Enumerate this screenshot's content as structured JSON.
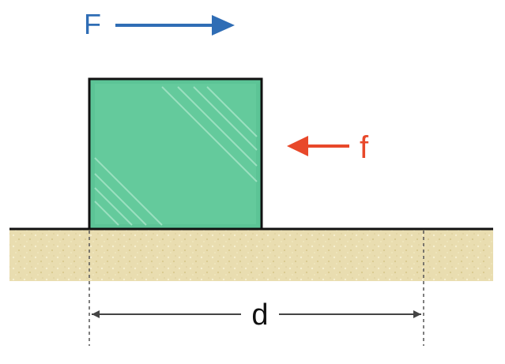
{
  "labels": {
    "applied_force": "F",
    "friction_force": "f",
    "displacement": "d"
  },
  "colors": {
    "applied_force": "#2f6db5",
    "friction_force": "#e8482a",
    "block_fill": "#5cc496",
    "block_outline": "#111111",
    "ground_fill": "#e9ddb0",
    "ground_line": "#111111",
    "dimension_line": "#444444"
  },
  "icons": {
    "applied_force_arrow": "arrow-right-icon",
    "friction_force_arrow": "arrow-left-icon"
  }
}
